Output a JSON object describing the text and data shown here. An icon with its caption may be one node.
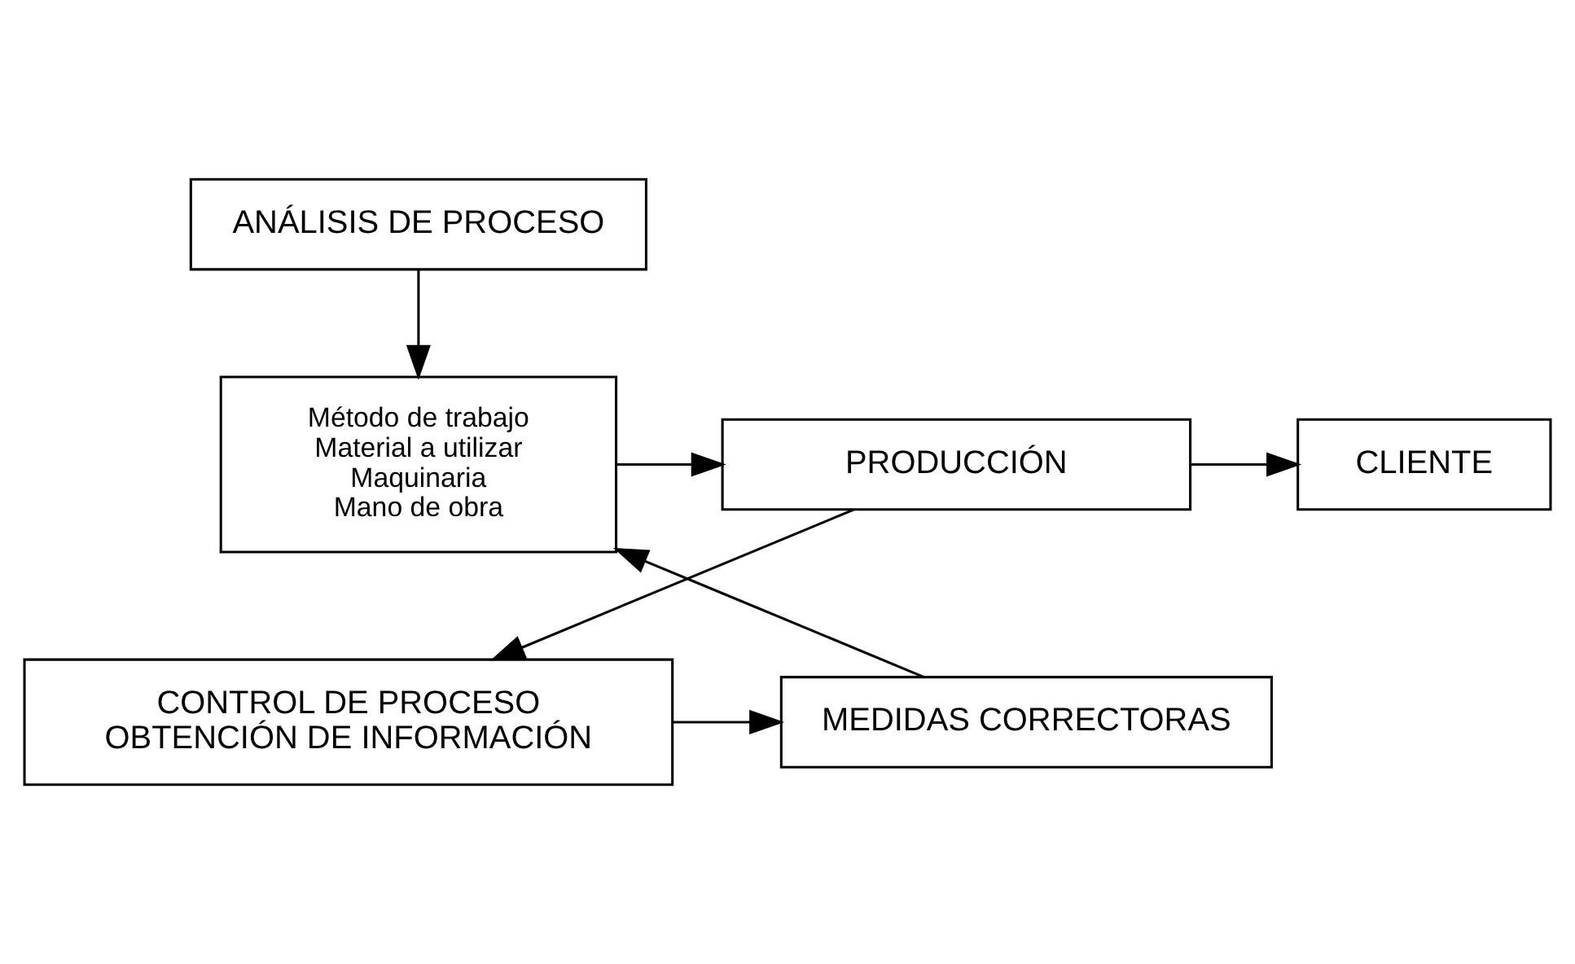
{
  "diagram": {
    "nodes": [
      {
        "text": [
          "ANÁLISIS DE PROCESO"
        ]
      },
      {
        "text": [
          "Método de trabajo",
          "Material a utilizar",
          "Maquinaria",
          "Mano de obra"
        ]
      },
      {
        "text": [
          "PRODUCCIÓN"
        ]
      },
      {
        "text": [
          "CLIENTE"
        ]
      },
      {
        "text": [
          "MEDIDAS CORRECTORAS"
        ]
      },
      {
        "text": [
          "CONTROL DE PROCESO",
          "OBTENCIÓN DE INFORMACIÓN"
        ]
      }
    ],
    "edges": [
      {
        "from": 0,
        "to": 1,
        "arrow": "to"
      },
      {
        "from": 1,
        "to": 2,
        "arrow": "to"
      },
      {
        "from": 2,
        "to": 3,
        "arrow": "to"
      },
      {
        "from": 2,
        "to": 5,
        "arrow": "to"
      },
      {
        "from": 5,
        "to": 4,
        "arrow": "to"
      },
      {
        "from": 4,
        "to": 1,
        "arrow": "to"
      }
    ]
  }
}
